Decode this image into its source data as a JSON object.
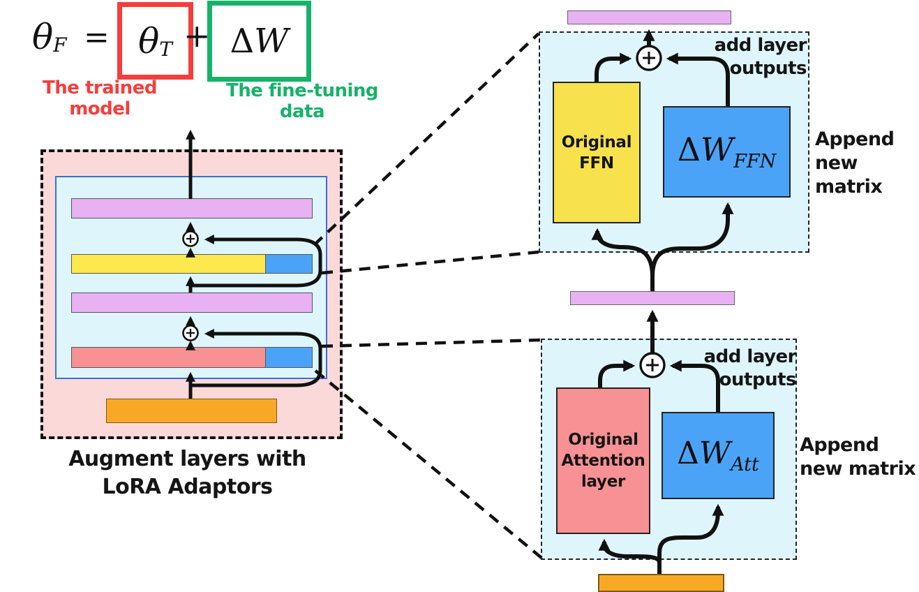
{
  "equation": {
    "theta": "θ",
    "sub_f": "F",
    "equals_sign": "=",
    "sub_t": "T",
    "plus_sign": "+",
    "delta": "Δ",
    "w": "W",
    "trained_model_label": "The trained model",
    "finetuning_data_label": "The fine-tuning data"
  },
  "left_diagram": {
    "caption_line1": "Augment layers with",
    "caption_line2": "LoRA Adaptors"
  },
  "ffn_detail": {
    "add_outputs_line1": "add layer",
    "add_outputs_line2": "outputs",
    "block_line1": "Original",
    "block_line2": "FFN",
    "delta": "Δ",
    "w": "W",
    "subscript": "FFN",
    "append_line1": "Append",
    "append_line2": "new matrix"
  },
  "attention_detail": {
    "add_outputs_line1": "add layer",
    "add_outputs_line2": "outputs",
    "block_line1": "Original",
    "block_line2": "Attention",
    "block_line3": "layer",
    "delta": "Δ",
    "w": "W",
    "subscript": "Att",
    "append_line1": "Append",
    "append_line2": "new matrix"
  },
  "colors": {
    "accent_red": "#f53d3d",
    "accent_green": "#17b26a",
    "pink_bg": "#fbd9d9",
    "cyan_bg": "#def6fb",
    "purple_bar": "#e7b1f3",
    "yellow": "#fde94e",
    "blue": "#4ba3f8",
    "salmon": "#f89194",
    "orange": "#f9a826",
    "line": "#111111"
  }
}
